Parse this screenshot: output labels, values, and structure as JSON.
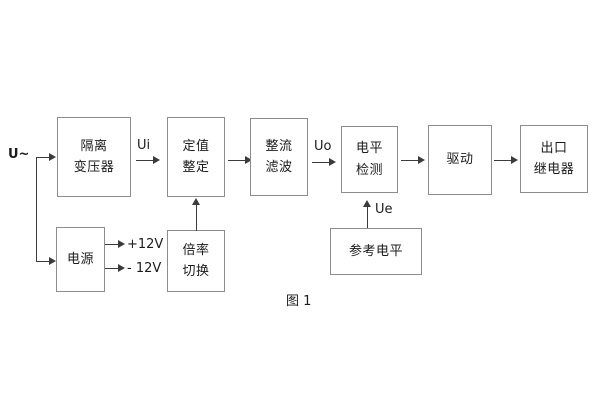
{
  "figure": {
    "caption": "图 1",
    "background_color": "#ffffff",
    "box_border_color": "#8c8c8c",
    "connector_color": "#3b3b3b",
    "text_color": "#1b1b1b"
  },
  "input": {
    "source_label": "U~"
  },
  "blocks": [
    {
      "id": "isolation-transformer",
      "lines": [
        "隔离",
        "变压器"
      ]
    },
    {
      "id": "setting-value",
      "lines": [
        "定值",
        "整定"
      ]
    },
    {
      "id": "rectify-filter",
      "lines": [
        "整流",
        "滤波"
      ]
    },
    {
      "id": "level-detection",
      "lines": [
        "电平",
        "检测"
      ]
    },
    {
      "id": "driver",
      "lines": [
        "驱动"
      ]
    },
    {
      "id": "output-relay",
      "lines": [
        "出口",
        "继电器"
      ]
    },
    {
      "id": "power-supply",
      "lines": [
        "电源"
      ]
    },
    {
      "id": "multiplier-switch",
      "lines": [
        "倍率",
        "切换"
      ]
    },
    {
      "id": "reference-level",
      "lines": [
        "参考电平"
      ]
    }
  ],
  "signal_labels": {
    "ui": "Ui",
    "uo": "Uo",
    "ue": "Ue"
  },
  "power_rails": {
    "positive": "+12V",
    "negative": "- 12V"
  }
}
